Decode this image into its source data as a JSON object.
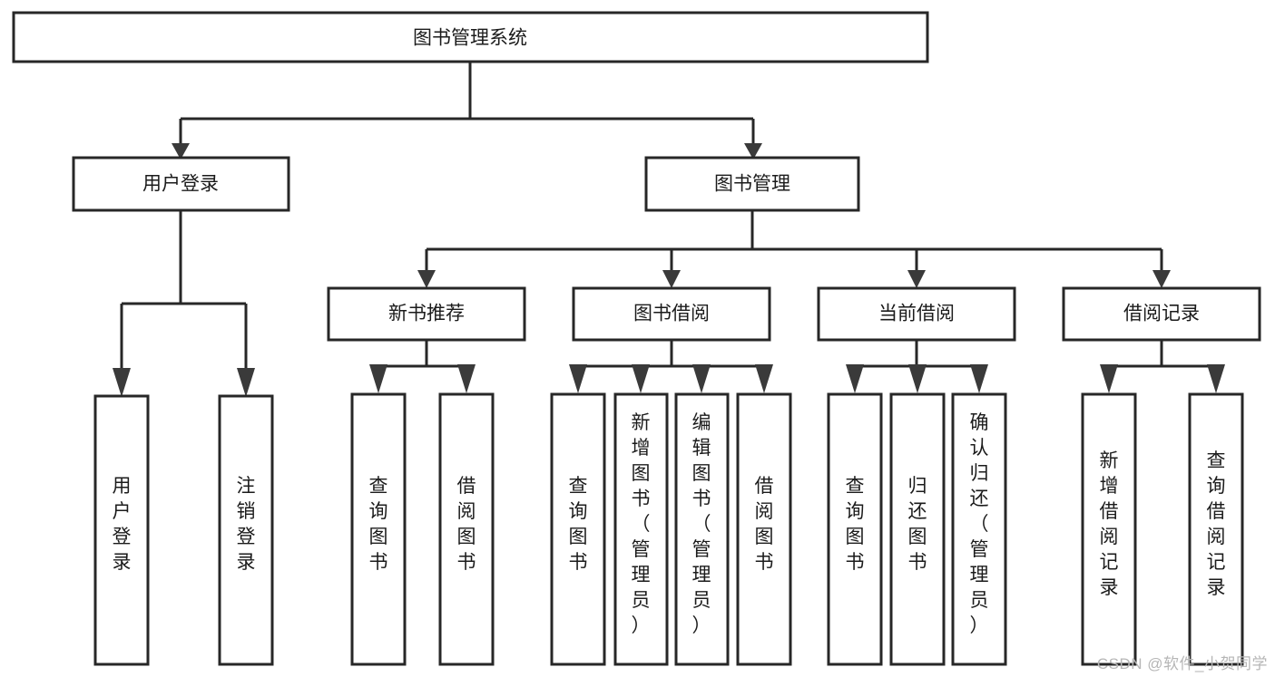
{
  "diagram": {
    "title": "图书管理系统",
    "type": "hierarchy-tree",
    "watermark": "CSDN @软件_小贺同学",
    "colors": {
      "background": "#ffffff",
      "box_border": "#272727",
      "box_fill": "#ffffff",
      "text": "#1b1b1b",
      "connector": "#272727",
      "watermark": "#b6b6b6"
    },
    "nodes": {
      "root": {
        "label": "图书管理系统",
        "level": 0,
        "orientation": "horizontal"
      },
      "level1": [
        {
          "id": "user-login",
          "label": "用户登录",
          "orientation": "horizontal"
        },
        {
          "id": "book-manage",
          "label": "图书管理",
          "orientation": "horizontal"
        }
      ],
      "level2": [
        {
          "id": "new-book-recommend",
          "label": "新书推荐",
          "orientation": "horizontal",
          "parent": "book-manage"
        },
        {
          "id": "book-borrow",
          "label": "图书借阅",
          "orientation": "horizontal",
          "parent": "book-manage"
        },
        {
          "id": "current-borrow",
          "label": "当前借阅",
          "orientation": "horizontal",
          "parent": "book-manage"
        },
        {
          "id": "borrow-record",
          "label": "借阅记录",
          "orientation": "horizontal",
          "parent": "book-manage"
        }
      ],
      "leaves": [
        {
          "id": "leaf-user-login",
          "label": "用户登录",
          "chars": [
            "用",
            "户",
            "登",
            "录"
          ],
          "parent": "user-login"
        },
        {
          "id": "leaf-logout-login",
          "label": "注销登录",
          "chars": [
            "注",
            "销",
            "登",
            "录"
          ],
          "parent": "user-login"
        },
        {
          "id": "leaf-query-book-1",
          "label": "查询图书",
          "chars": [
            "查",
            "询",
            "图",
            "书"
          ],
          "parent": "new-book-recommend"
        },
        {
          "id": "leaf-borrow-book-1",
          "label": "借阅图书",
          "chars": [
            "借",
            "阅",
            "图",
            "书"
          ],
          "parent": "new-book-recommend"
        },
        {
          "id": "leaf-query-book-2",
          "label": "查询图书",
          "chars": [
            "查",
            "询",
            "图",
            "书"
          ],
          "parent": "book-borrow"
        },
        {
          "id": "leaf-add-book-admin",
          "label": "新增图书（管理员）",
          "chars": [
            "新",
            "增",
            "图",
            "书",
            "（",
            "管",
            "理",
            "员",
            "）"
          ],
          "parent": "book-borrow"
        },
        {
          "id": "leaf-edit-book-admin",
          "label": "编辑图书（管理员）",
          "chars": [
            "编",
            "辑",
            "图",
            "书",
            "（",
            "管",
            "理",
            "员",
            "）"
          ],
          "parent": "book-borrow"
        },
        {
          "id": "leaf-borrow-book-2",
          "label": "借阅图书",
          "chars": [
            "借",
            "阅",
            "图",
            "书"
          ],
          "parent": "book-borrow"
        },
        {
          "id": "leaf-query-book-3",
          "label": "查询图书",
          "chars": [
            "查",
            "询",
            "图",
            "书"
          ],
          "parent": "current-borrow"
        },
        {
          "id": "leaf-return-book",
          "label": "归还图书",
          "chars": [
            "归",
            "还",
            "图",
            "书"
          ],
          "parent": "current-borrow"
        },
        {
          "id": "leaf-confirm-return-admin",
          "label": "确认归还（管理员）",
          "chars": [
            "确",
            "认",
            "归",
            "还",
            "（",
            "管",
            "理",
            "员",
            "）"
          ],
          "parent": "current-borrow"
        },
        {
          "id": "leaf-add-borrow-record",
          "label": "新增借阅记录",
          "chars": [
            "新",
            "增",
            "借",
            "阅",
            "记",
            "录"
          ],
          "parent": "borrow-record"
        },
        {
          "id": "leaf-query-borrow-record",
          "label": "查询借阅记录",
          "chars": [
            "查",
            "询",
            "借",
            "阅",
            "记",
            "录"
          ],
          "parent": "borrow-record"
        }
      ]
    }
  }
}
